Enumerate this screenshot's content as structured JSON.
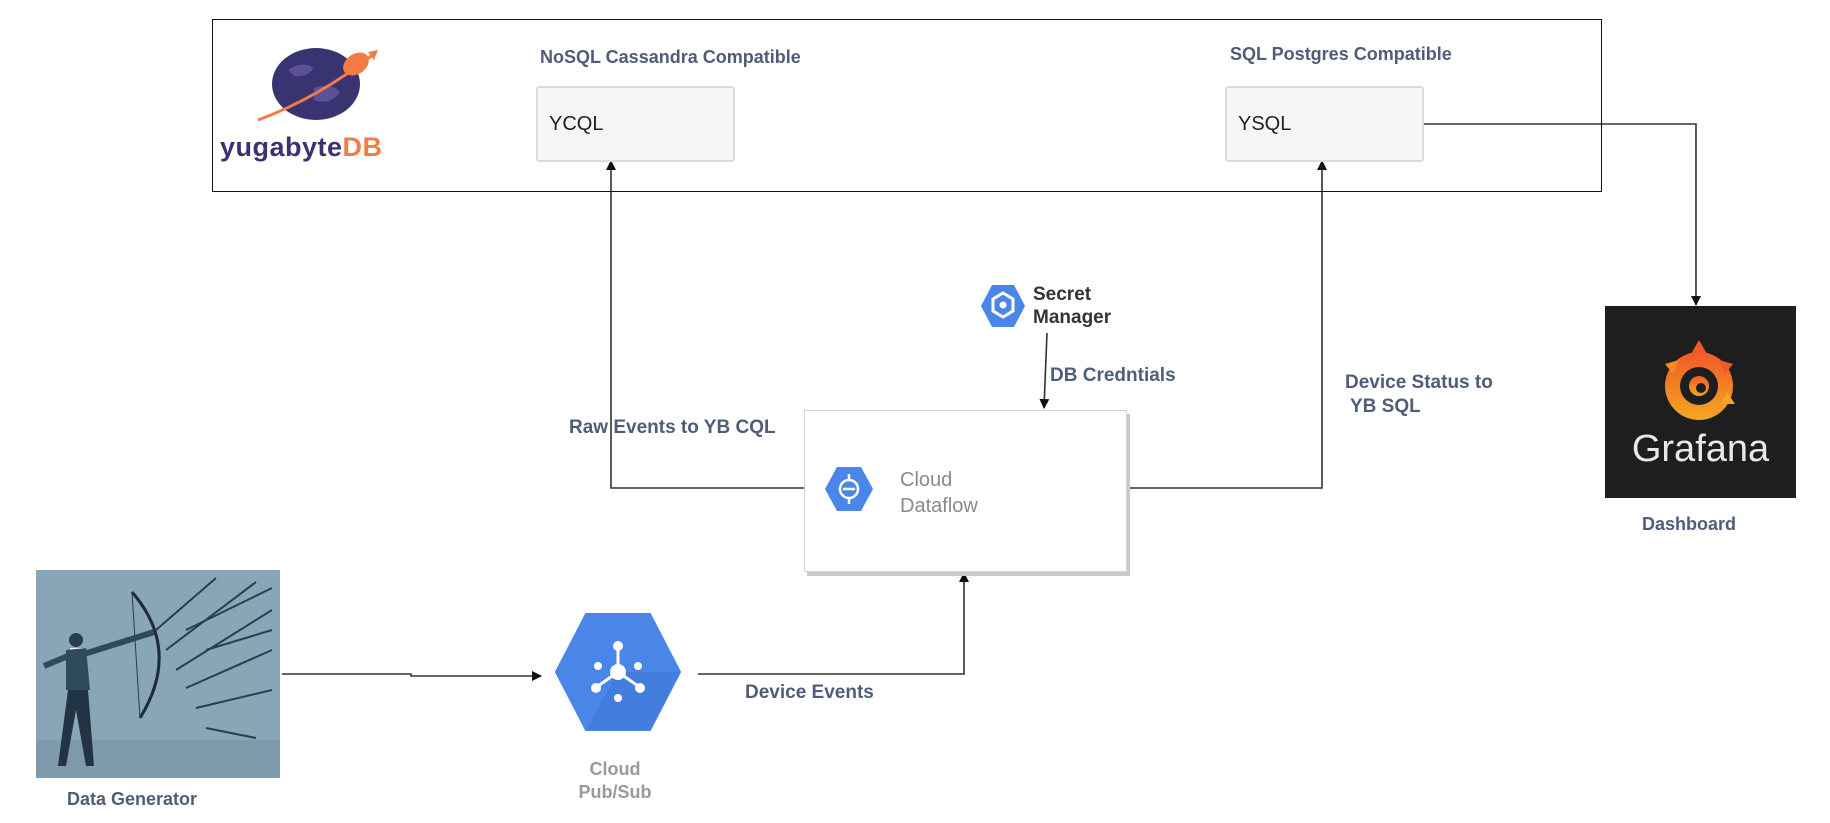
{
  "yugabyte": {
    "logo_word_1": "yugabyte",
    "logo_word_2": "DB",
    "ycql_heading": "NoSQL Cassandra Compatible",
    "ycql_label": "YCQL",
    "ysql_heading": "SQL Postgres Compatible",
    "ysql_label": "YSQL"
  },
  "secret_manager": {
    "line1": "Secret",
    "line2": "Manager"
  },
  "dataflow": {
    "line1": "Cloud",
    "line2": "Dataflow"
  },
  "pubsub": {
    "line1": "Cloud",
    "line2": "Pub/Sub"
  },
  "grafana": {
    "wordmark": "Grafana",
    "caption": "Dashboard"
  },
  "generator": {
    "caption": "Data Generator"
  },
  "edges": {
    "db_credentials": "DB Credntials",
    "raw_events": "Raw Events to YB CQL",
    "device_status_1": "Device Status to",
    "device_status_2": "YB SQL",
    "device_events": "Device Events"
  },
  "colors": {
    "label_text": "#4f5d7a",
    "gcp_blue": "#4a86e8",
    "yugabyte_navy": "#3a3372",
    "yugabyte_orange": "#f47b45",
    "grafana_bg": "#1e1e1e"
  }
}
